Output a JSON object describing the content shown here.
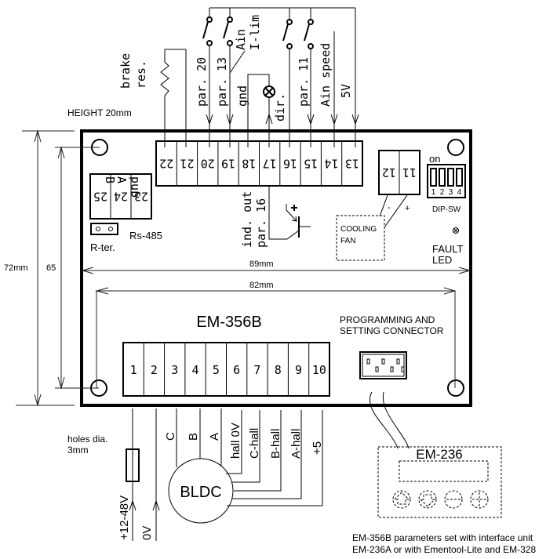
{
  "board": {
    "model": "EM-356B",
    "height_note": "HEIGHT 20mm",
    "holes_note_line1": "holes dia.",
    "holes_note_line2": "3mm"
  },
  "dimensions": {
    "width_outer": "89mm",
    "width_holes": "82mm",
    "height_outer": "72mm",
    "height_holes": "65"
  },
  "top_terminals": [
    "22",
    "21",
    "20",
    "19",
    "18",
    "17",
    "16",
    "15",
    "14",
    "13"
  ],
  "rs485_terminals": [
    "25",
    "24",
    "23"
  ],
  "rs485_labels": [
    "B",
    "A",
    "gnd"
  ],
  "rs485": {
    "label": "Rs-485",
    "jumper_label": "R-ter."
  },
  "top_wire_labels": {
    "brake": [
      "brake",
      "res."
    ],
    "par20": "par. 20",
    "par13": "par. 13",
    "ain_ilim": [
      "Ain",
      "I-lim"
    ],
    "gnd": "gnd",
    "dir": "dir.",
    "par11": "par. 11",
    "ain_speed": "Ain speed",
    "v5": "5V"
  },
  "ind_out": [
    "ind. out",
    "par. 16"
  ],
  "fan": {
    "terminals": [
      "12",
      "11"
    ],
    "minus": "-",
    "plus": "+",
    "label_line1": "COOLING",
    "label_line2": "FAN"
  },
  "dip_switch": {
    "on_label": "on",
    "positions": [
      "1",
      "2",
      "3",
      "4"
    ],
    "label": "DIP-SW"
  },
  "fault_led": {
    "line1": "FAULT",
    "line2": "LED"
  },
  "bottom_terminals": [
    "1",
    "2",
    "3",
    "4",
    "5",
    "6",
    "7",
    "8",
    "9",
    "10"
  ],
  "prog_connector": {
    "line1": "PROGRAMMING AND",
    "line2": "SETTING CONNECTOR"
  },
  "bottom_wire_labels": {
    "supply": "+12-48V",
    "zero": "0V",
    "phases": [
      "C",
      "B",
      "A"
    ],
    "halls": [
      "hall 0V",
      "C-hall",
      "B-hall",
      "A-hall",
      "+5"
    ]
  },
  "motor": {
    "label": "BLDC"
  },
  "interface_unit": {
    "model": "EM-236",
    "buttons": [
      "up-button",
      "down-button",
      "minus-button",
      "plus-button"
    ]
  },
  "footnote": {
    "line1": "EM-356B parameters set with interface unit",
    "line2": "EM-236A or with Ementool-Lite and EM-328"
  }
}
